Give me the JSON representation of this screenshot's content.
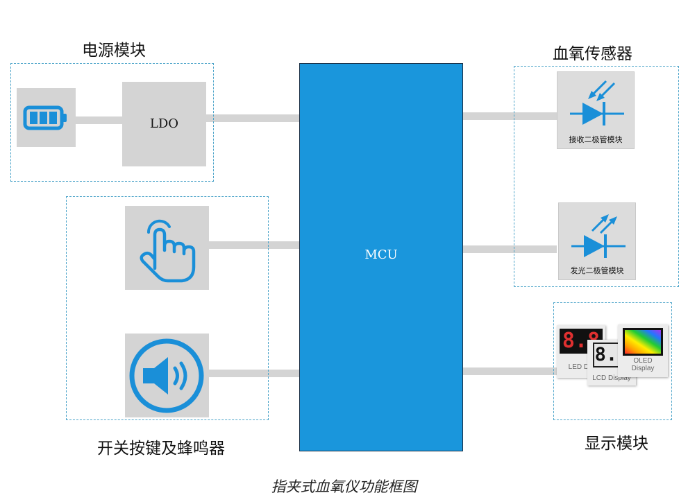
{
  "diagram": {
    "power_module": {
      "title": "电源模块",
      "ldo_label": "LDO",
      "battery_icon": "battery-icon"
    },
    "switch_module": {
      "title": "开关按键及蜂鸣器",
      "touch_icon": "touch-hand-icon",
      "speaker_icon": "speaker-icon"
    },
    "mcu": {
      "label": "MCU"
    },
    "sensor_module": {
      "title": "血氧传感器",
      "receiver_label": "接收二极管模块",
      "emitter_label": "发光二极管模块",
      "receiver_icon": "photodiode-icon",
      "emitter_icon": "led-icon"
    },
    "display_module": {
      "title": "显示模块",
      "led_label": "LED Dis",
      "lcd_label": "LCD Display",
      "oled_label_1": "OLED",
      "oled_label_2": "Display",
      "led_digits": "8.8",
      "lcd_digits": "8.8",
      "digit_color": "#e03030"
    },
    "caption": "指夹式血氧仪功能框图",
    "colors": {
      "mcu": "#1a96dc",
      "icon": "#1a8fd8",
      "tile": "#d4d4d4",
      "border": "#4aa3c9"
    }
  }
}
